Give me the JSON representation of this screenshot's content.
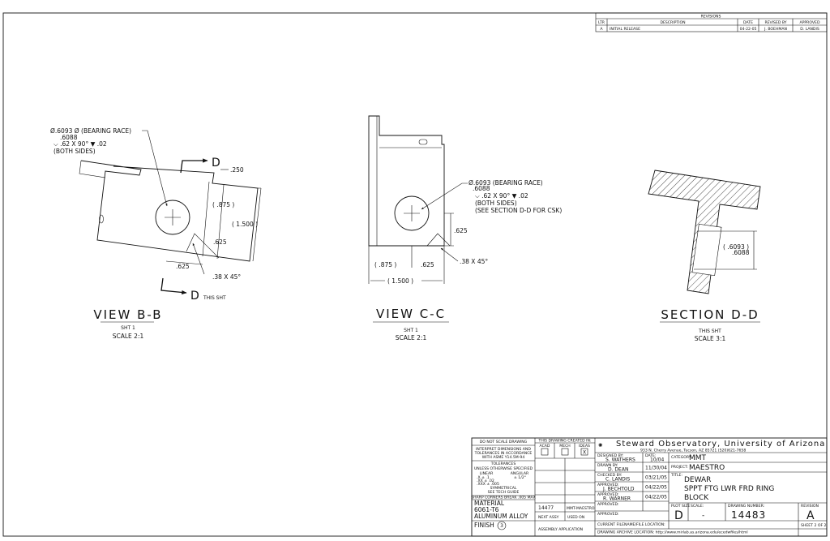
{
  "revisions": {
    "title": "REVISIONS",
    "headers": [
      "LTR",
      "DESCRIPTION",
      "DATE",
      "REVISED BY",
      "APPROVED"
    ],
    "row": [
      "A",
      "INITIAL RELEASE",
      "04-22-05",
      "J. BOEHMAN",
      "D. LANDIS"
    ]
  },
  "view_bb": {
    "callout_dia": "Ø.6093 Ø (BEARING RACE)",
    "callout_dia2": ".6088",
    "callout_cs": "⌵ .62 X 90° ▼ .02",
    "callout_sides": "(BOTH SIDES)",
    "section_top": "D",
    "section_bottom": "D",
    "this_sht": "THIS SHT",
    "dim_250": ".250",
    "dim_875": "( .875 )",
    "dim_1500": "( 1.500 )",
    "dim_625_right": ".625",
    "dim_625_bottom": ".625",
    "dim_chamfer": ".38 X 45°",
    "title": "VIEW B-B",
    "sheet": "SHT 1",
    "scale": "SCALE 2:1"
  },
  "view_cc": {
    "callout_dia": "Ø.6093 (BEARING RACE)",
    "callout_dia2": ".6088",
    "callout_cs": "⌵ .62 X 90° ▼ .02",
    "callout_sides": "(BOTH SIDES)",
    "callout_see": "(SEE SECTION D-D FOR CSK)",
    "dim_625_right": ".625",
    "dim_875": "( .875 )",
    "dim_625_bottom": ".625",
    "dim_chamfer": ".38 X 45°",
    "dim_1500": "( 1.500 )",
    "title": "VIEW C-C",
    "sheet": "SHT 1",
    "scale": "SCALE 2:1"
  },
  "section_dd": {
    "dim": "( .6093 )",
    "dim2": ".6088",
    "title": "SECTION D-D",
    "sheet": "THIS SHT",
    "scale": "SCALE 3:1"
  },
  "title_block": {
    "notice1": "DO NOT SCALE DRAWING",
    "notice2": "INTERPRET DIMENSIONS AND",
    "notice3": "TOLERANCES IN ACCORDANCE",
    "notice4": "WITH ASME Y14.5M-94",
    "tol_title": "TOLERANCES",
    "tol_sub": "UNLESS OTHERWISE SPECIFIED",
    "tol_linear": "LINEAR",
    "tol_angular": "ANGULAR",
    "tol_x": ".X  ± .1",
    "tol_xx": ".XX  ± .02",
    "tol_xxx": ".XXX  ± .005",
    "tol_ang": "± 1/2°",
    "symm1": "SYMMETRICAL",
    "symm2": "SEE TECH GUIDE",
    "corners": "SHARP CORNERS BREAK .005 MAX",
    "material_lbl": "MATERIAL",
    "material1": "6061-T6",
    "material2": "ALUMINUM ALLOY",
    "finish_lbl": "FINISH",
    "finish_val": "3",
    "created_in": "THIS DRAWING CREATED IN:",
    "cad1": "ACAD",
    "cad2": "MECH",
    "cad3": "IDEAS",
    "cad3_mark": "X",
    "next_assy_no": "14477",
    "next_assy_name": "MMT-MAESTRO",
    "next_assy": "NEXT ASSY",
    "used_on": "USED ON",
    "application": "ASSEMBLY APPLICATION",
    "org": "Steward Observatory, University of Arizona",
    "address": "933 N. Cherry Avenue, Tucson, AZ  85721   (520)621-7658",
    "designed_lbl": "DESIGNED BY:",
    "designed_by": "S. WATHERS",
    "date_lbl": "DATE:",
    "designed_date": "10/04",
    "drawn_lbl": "DRAWN BY:",
    "drawn_by": "D. DEAN",
    "drawn_date": "11/30/04",
    "checked_lbl": "CHECKED BY:",
    "checked_by": "C. LANDIS",
    "checked_date": "03/21/05",
    "approved1_lbl": "APPROVED:",
    "approved1": "J. BECHTOLD",
    "approved1_date": "04/22/05",
    "approved2_lbl": "APPROVED:",
    "approved2": "R. WARNER",
    "approved2_date": "04/22/05",
    "approved3_lbl": "APPROVED:",
    "approved4_lbl": "APPROVED:",
    "category_lbl": "CATEGORY:",
    "category": "MMT",
    "project_lbl": "PROJECT:",
    "project": "MAESTRO",
    "title_lbl": "TITLE:",
    "title1": "DEWAR",
    "title2": "SPPT FTG LWR FRD RING",
    "title3": "BLOCK",
    "pltsize_lbl": "PLOT SIZE",
    "pltsize": "D",
    "scale_lbl": "SCALE:",
    "scale": "-",
    "dwgno_lbl": "DRAWING NUMBER:",
    "dwgno": "14483",
    "rev_lbl": "REVISION",
    "rev": "A",
    "current_lbl": "CURRENT FILENAME/FILE LOCATION:",
    "archive_lbl": "DRAWING ARCHIVE LOCATION: http://www.mirlab.as.arizona.edu/ecedwfiles/html",
    "sheet": "SHEET 2 OF 2"
  }
}
